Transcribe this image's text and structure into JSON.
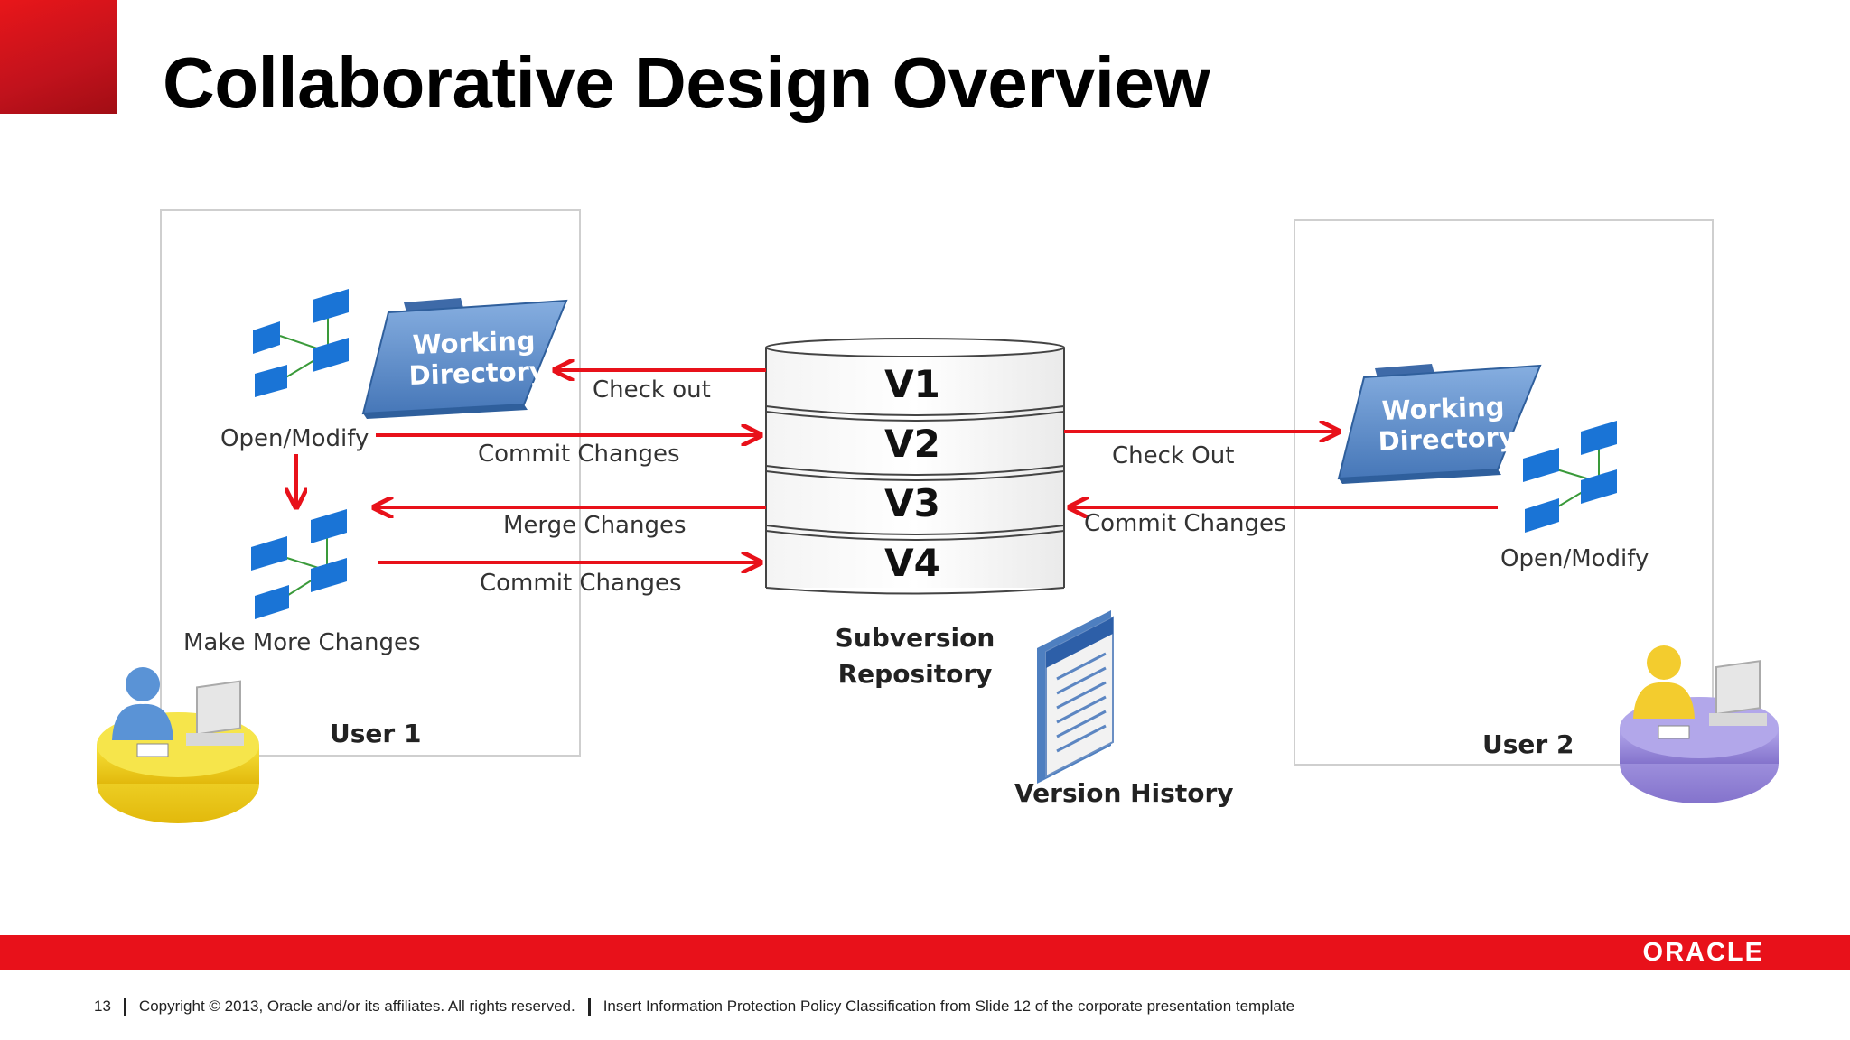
{
  "title": "Collaborative Design Overview",
  "user1": {
    "folder_line1": "Working",
    "folder_line2": "Directory",
    "open_modify": "Open/Modify",
    "make_more_changes": "Make More Changes",
    "user_label": "User 1"
  },
  "user2": {
    "folder_line1": "Working",
    "folder_line2": "Directory",
    "open_modify": "Open/Modify",
    "user_label": "User 2"
  },
  "arrows": {
    "check_out_left": "Check out",
    "commit_changes_1": "Commit Changes",
    "merge_changes": "Merge Changes",
    "commit_changes_2": "Commit Changes",
    "check_out_right": "Check Out",
    "commit_changes_right": "Commit Changes"
  },
  "repository": {
    "versions": [
      "V1",
      "V2",
      "V3",
      "V4"
    ],
    "label_line1": "Subversion",
    "label_line2": "Repository"
  },
  "version_history": "Version History",
  "footer": {
    "page_number": "13",
    "copyright": "Copyright © 2013, Oracle and/or its affiliates. All rights reserved.",
    "classification": "Insert Information Protection Policy Classification from Slide 12 of the corporate presentation template",
    "logo": "ORACLE"
  },
  "colors": {
    "brand_red": "#e8111a",
    "arrow_red": "#e8111a",
    "folder_blue": "#5b8fc9",
    "node_blue": "#1a74d6",
    "desk_yellow": "#f2d220",
    "desk_purple": "#9b8ddb"
  }
}
